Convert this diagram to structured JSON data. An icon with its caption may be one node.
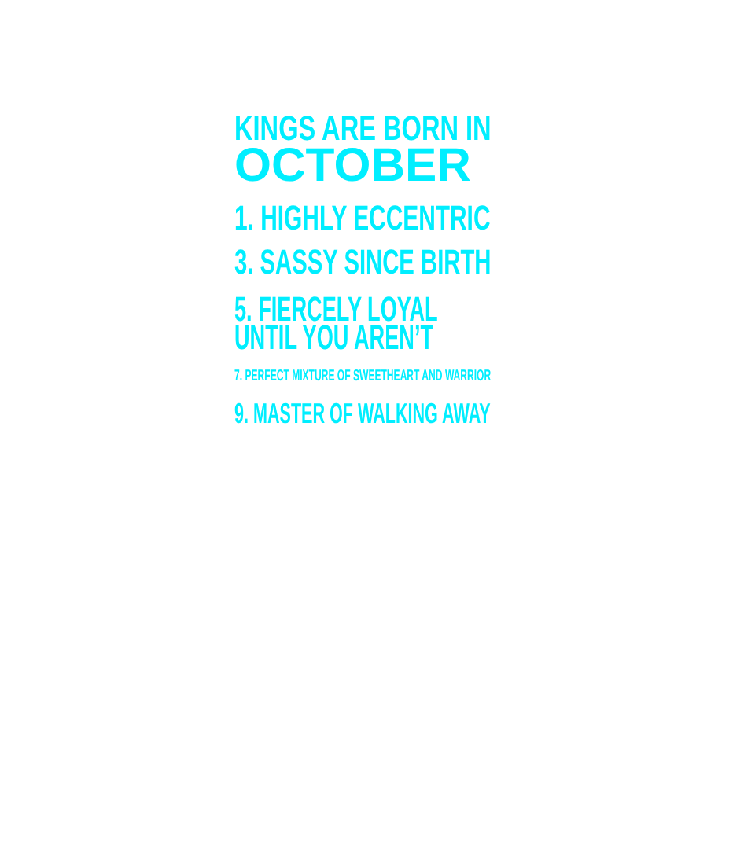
{
  "diagram": {
    "labels": [
      "KINGS ARE BORN IN",
      "OCTOBER",
      "1. HIGHLY ECCENTRIC",
      "3. SASSY SINCE BIRTH",
      "5. FIERCELY LOYAL UNTIL YOU AREN’T",
      "7. PERFECT MIXTURE OF SWEETHEART AND WARRIOR",
      "9. MASTER OF WALKING AWAY"
    ]
  }
}
